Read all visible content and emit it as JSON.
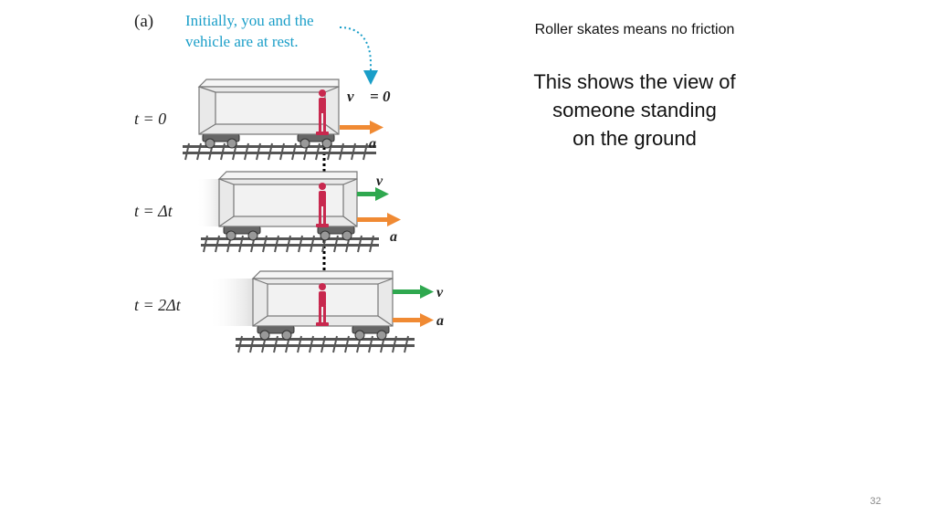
{
  "figure": {
    "panel_label": "(a)",
    "caption": [
      "Initially, you and the",
      "vehicle are at rest."
    ],
    "rows": [
      {
        "time_label": "t = 0",
        "velocity_label": "v⃗ = 0",
        "accel_label": "a⃗"
      },
      {
        "time_label": "t = Δt",
        "velocity_label": "v⃗",
        "accel_label": "a⃗"
      },
      {
        "time_label": "t = 2Δt",
        "velocity_label": "v⃗",
        "accel_label": "a⃗"
      }
    ]
  },
  "side_note": "Roller skates means no friction",
  "description": [
    "This shows the view of",
    "someone standing",
    "on the ground"
  ],
  "slide_number": "32",
  "colors": {
    "caption": "#1a9ec8",
    "velocity_arrow": "#2fa84f",
    "acceleration_arrow": "#f08a33",
    "person": "#c8284e",
    "vehicle_body": "#e9e9e9"
  }
}
